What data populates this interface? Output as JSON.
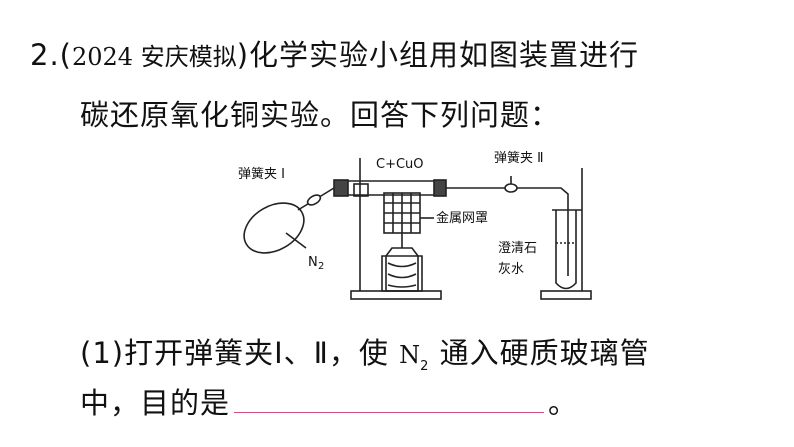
{
  "question": {
    "number": "2.",
    "source_open": "(",
    "source": "2024 安庆模拟",
    "source_close": ")",
    "stem_line1": "化学实验小组用如图装置进行",
    "stem_line2": "碳还原氧化铜实验。回答下列问题："
  },
  "figure": {
    "label_clip1": "弹簧夹 Ⅰ",
    "label_reagent": "C+CuO",
    "label_clip2": "弹簧夹 Ⅱ",
    "label_mesh": "金属网罩",
    "label_n2": "N",
    "label_n2_sub": "2",
    "label_limewater_1": "澄清石",
    "label_limewater_2": "灰水"
  },
  "subquestion": {
    "number": "(1)",
    "text_part1": "打开弹簧夹Ⅰ、Ⅱ，使 ",
    "n2": "N",
    "n2_sub": "2",
    "text_part2": " 通入硬质玻璃管",
    "line2_prefix": "中，目的是",
    "line2_suffix": "。"
  },
  "colors": {
    "answer_blank": "#d0508a"
  }
}
